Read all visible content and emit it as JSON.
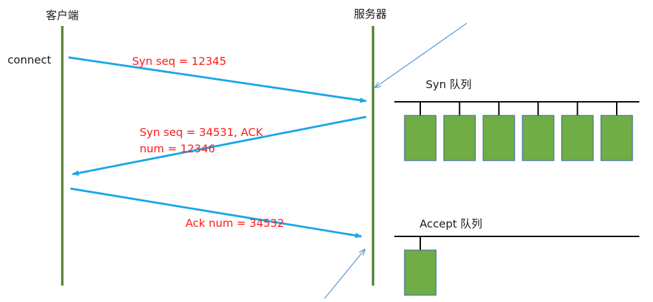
{
  "participants": {
    "client": "客户端",
    "server": "服务器"
  },
  "client_action": "connect",
  "messages": {
    "syn": "Syn seq = 12345",
    "synack_line1": "Syn seq = 34531, ACK",
    "synack_line2": "num = 12346",
    "ack": "Ack num = 34532"
  },
  "queues": {
    "syn_queue": {
      "label": "Syn 队列",
      "slot_count": 6
    },
    "accept_queue": {
      "label": "Accept 队列",
      "slot_count": 1
    }
  },
  "colors": {
    "lifeline": "#548235",
    "arrow": "#1aa7e6",
    "pointer": "#5b9bd5",
    "message_text": "#ff1a1a",
    "slot_fill": "#70ad47",
    "slot_stroke": "#41719c",
    "queue_line": "#000000"
  }
}
